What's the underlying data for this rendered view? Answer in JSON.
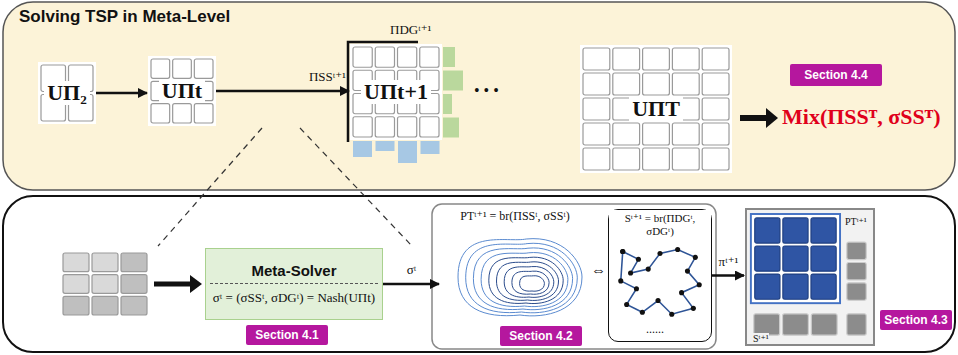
{
  "diagram": {
    "nodes": [
      {
        "text": [
          "Solving TSP in Meta-Level"
        ]
      },
      {
        "text": [
          "UΠ₂"
        ],
        "in": 0
      },
      {
        "text": [
          "UΠt"
        ],
        "in": 0
      },
      {
        "text": [
          "ΠDGᵗ⁺¹",
          "UΠt+1"
        ],
        "in": 0
      },
      {
        "text": [
          "UΠT"
        ],
        "in": 0
      },
      {
        "text": [
          "Section 4.4"
        ],
        "in": 0
      },
      {
        "text": [
          "Meta-Solver",
          "σᵗ = (σSSᵗ, σDGᵗ) = Nash(UΠt)"
        ]
      },
      {
        "text": [
          "Section 4.1"
        ]
      },
      {
        "text": [
          "PTᵗ⁺¹ = br(ΠSSᵗ, σSSᵗ)"
        ]
      },
      {
        "text": [
          "Sᵗ⁺¹ = br(ΠDGᵗ, σDGᵗ)"
        ]
      },
      {
        "text": [
          "Section 4.2"
        ]
      },
      {
        "text": [
          "PTᵗ⁺¹",
          "Sᵗ⁺¹"
        ]
      },
      {
        "text": [
          "Section 4.3"
        ]
      }
    ],
    "edges": [
      {
        "from": 1,
        "to": 2,
        "arrow": "to"
      },
      {
        "from": 2,
        "to": 3,
        "label": "ΠSSᵗ⁺¹",
        "arrow": "to"
      },
      {
        "from": 6,
        "to": 8,
        "label": "σᵗ",
        "arrow": "to"
      },
      {
        "from": 9,
        "to": 11,
        "label": "πᵗ⁺¹",
        "arrow": "to"
      }
    ],
    "labels": [
      "• • •",
      "Mix(ΠSSᵀ, σSSᵀ)",
      "⇔",
      "......"
    ]
  }
}
